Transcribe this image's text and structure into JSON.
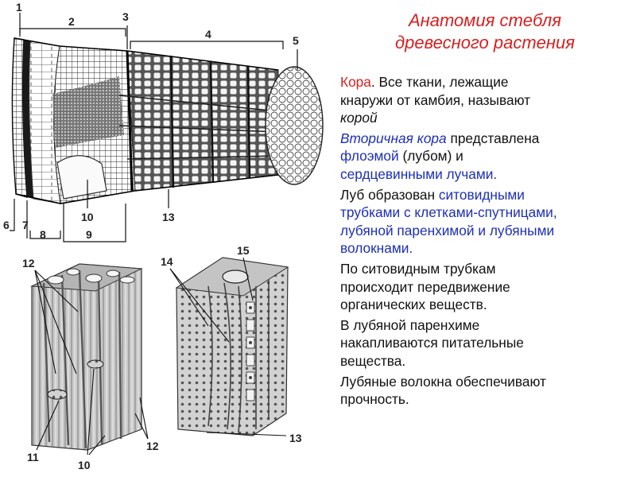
{
  "title": {
    "line1": "Анатомия стебля",
    "line2": "древесного растения"
  },
  "figure": {
    "labels": {
      "n1": "1",
      "n2": "2",
      "n3": "3",
      "n4": "4",
      "n5": "5",
      "n6": "6",
      "n7": "7",
      "n8": "8",
      "n9": "9",
      "n10": "10",
      "n13": "13",
      "b12a": "12",
      "b11": "11",
      "b10": "10",
      "b12b": "12",
      "b14": "14",
      "b15": "15",
      "b13": "13"
    }
  },
  "text": {
    "p1": {
      "term": "Кора",
      "rest1": ". Все ткани, лежащие",
      "rest2": "кнаружи от камбия, называют",
      "term2": "корой"
    },
    "p2": {
      "t1": "Вторичная кора",
      "t2": " представлена",
      "t3": "флоэмой",
      "t4": " (лубом) и",
      "t5": "сердцевинными лучами."
    },
    "p3": {
      "t1": "Луб образован ",
      "t2": "ситовидными",
      "t3": "трубками с клетками-спутницами,",
      "t4": "лубяной паренхимой и лубяными",
      "t5": "волокнами."
    },
    "p4": {
      "l1": "По ситовидным трубкам",
      "l2": "происходит передвижение",
      "l3": "органических веществ."
    },
    "p5": {
      "l1": "В лубяной паренхиме",
      "l2": "накапливаются питательные",
      "l3": "вещества."
    },
    "p6": {
      "l1": "Лубяные волокна обеспечивают",
      "l2": "прочность."
    }
  }
}
